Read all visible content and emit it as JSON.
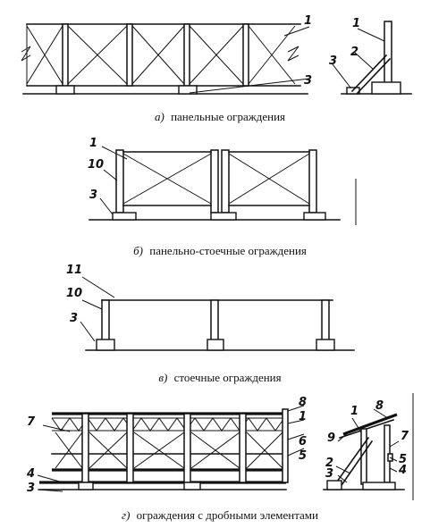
{
  "captions": {
    "a": {
      "letter": "а)",
      "text": "панельные ограждения"
    },
    "b": {
      "letter": "б)",
      "text": "панельно-стоечные ограждения"
    },
    "c": {
      "letter": "в)",
      "text": "стоечные ограждения"
    },
    "d": {
      "letter": "г)",
      "text": "ограждения с дробными элементами"
    }
  },
  "labels": {
    "a": {
      "main_1": "1",
      "main_3": "3",
      "side_1": "1",
      "side_2": "2",
      "side_3": "3"
    },
    "b": {
      "n1": "1",
      "n10": "10",
      "n3": "3"
    },
    "c": {
      "n11": "11",
      "n10": "10",
      "n3": "3"
    },
    "d": {
      "n7": "7",
      "n8": "8",
      "n1": "1",
      "n6": "6",
      "n5": "5",
      "n4": "4",
      "n3": "3",
      "s1": "1",
      "s8": "8",
      "s9": "9",
      "s7": "7",
      "s2": "2",
      "s3": "3",
      "s5": "5",
      "s4": "4"
    }
  }
}
